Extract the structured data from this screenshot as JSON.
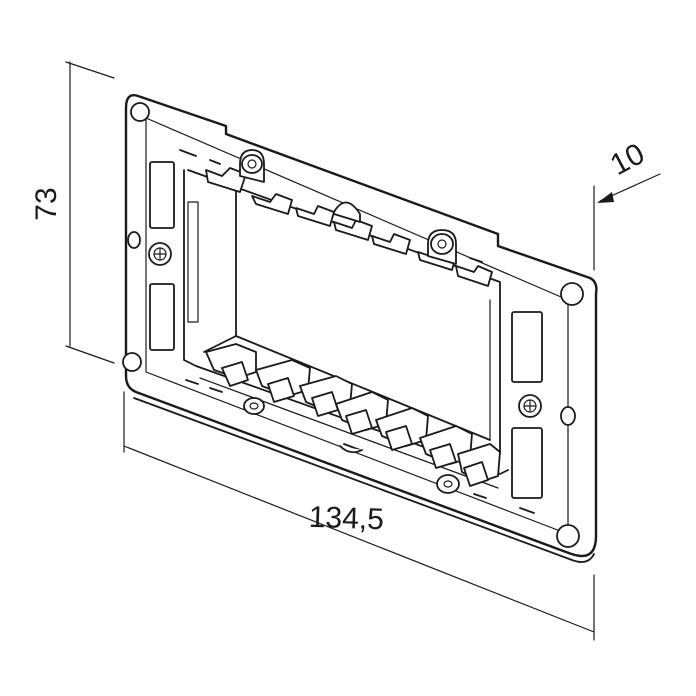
{
  "dimensions": {
    "height": "73",
    "width": "134,5",
    "depth": "10"
  }
}
